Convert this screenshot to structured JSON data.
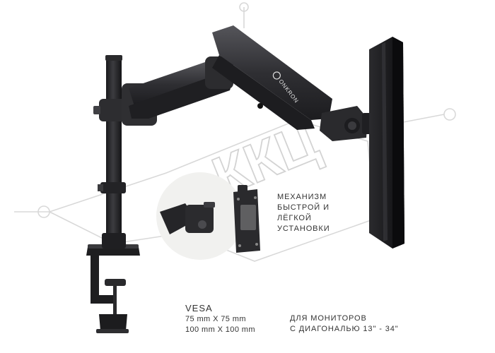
{
  "watermark": {
    "text": "ККЦ"
  },
  "brand": {
    "logo_text": "ONKRON"
  },
  "feature": {
    "lines": [
      "МЕХАНИЗМ",
      "БЫСТРОЙ И",
      "ЛЁГКОЙ",
      "УСТАНОВКИ"
    ]
  },
  "vesa": {
    "heading": "VESA",
    "line1": "75 mm X 75 mm",
    "line2": "100 mm X 100 mm"
  },
  "monitors": {
    "line1": "ДЛЯ МОНИТОРОВ",
    "line2": "С ДИАГОНАЛЬЮ 13\" - 34\""
  },
  "colors": {
    "metal": "#2a2a2c",
    "metal_light": "#4a4a4e",
    "watermark": "#cfcfcf",
    "inset_bg": "#f1f1ef",
    "text": "#333333"
  }
}
